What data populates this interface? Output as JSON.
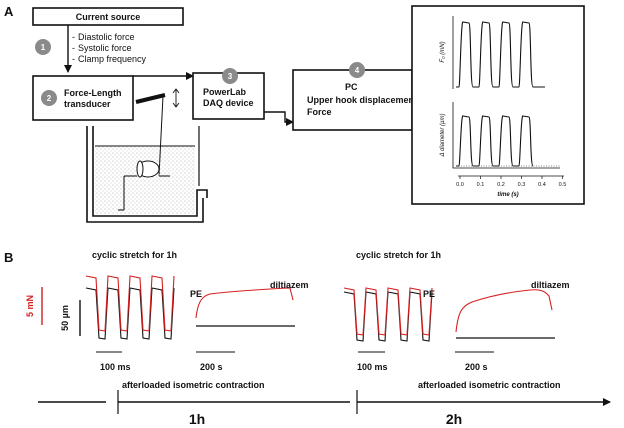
{
  "panel_a": {
    "label": "A",
    "current_source": "Current source",
    "step1": "1",
    "bullets": [
      "Diastolic force",
      "Systolic force",
      "Clamp frequency"
    ],
    "step2": "2",
    "transducer": [
      "Force-Length",
      "transducer"
    ],
    "step3": "3",
    "daq": [
      "PowerLab",
      "DAQ device"
    ],
    "step4": "4",
    "pc": [
      "PC",
      "Upper hook displacement",
      "Force"
    ],
    "plot_top_ylabel": "F₀ (mN)",
    "plot_bottom_ylabel": "Δ diameter (µm)",
    "x_ticks": [
      "0.0",
      "0.1",
      "0.2",
      "0.3",
      "0.4",
      "0.5"
    ],
    "x_label": "time (s)"
  },
  "panel_b": {
    "label": "B",
    "cyclic_1": "cyclic stretch for 1h",
    "cyclic_2": "cyclic stretch for 1h",
    "scale_force": "5 mN",
    "scale_length": "50 µm",
    "pe_1": "PE",
    "pe_2": "PE",
    "dil_1": "diltiazem",
    "dil_2": "diltiazem",
    "scale_100ms_1": "100 ms",
    "scale_200s_1": "200 s",
    "scale_100ms_2": "100 ms",
    "scale_200s_2": "200 s",
    "afterload_1": "afterloaded isometric contraction",
    "afterload_2": "afterloaded isometric contraction",
    "time_1h": "1h",
    "time_2h": "2h"
  },
  "colors": {
    "force_trace": "#d42020",
    "length_trace": "#111111",
    "step_circle": "#8a8a8a"
  }
}
